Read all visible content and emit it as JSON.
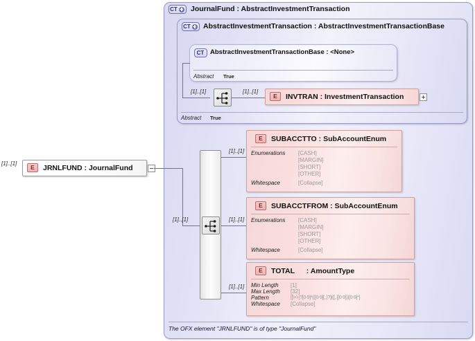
{
  "diagram": {
    "type": "xsd-schema-diagram",
    "root_element": {
      "badge": "E",
      "name": "JRNLFUND",
      "separator": ":",
      "type": "JournalFund",
      "cardinality": "[1]..[1]",
      "toggle": "minus"
    },
    "outer_container": {
      "badge": "CT",
      "badge_toggle": "plus",
      "name": "JournalFund",
      "separator": ":",
      "type": "AbstractInvestmentTransaction"
    },
    "inner_container": {
      "badge": "CT",
      "badge_toggle": "plus",
      "name": "AbstractInvestmentTransaction",
      "separator": ":",
      "type": "AbstractInvestmentTransactionBase",
      "abstract_key": "Abstract",
      "abstract_value": "True"
    },
    "leaf_container": {
      "badge": "CT",
      "badge_toggle": "none",
      "name": "AbstractInvestmentTransactionBase",
      "separator": ":",
      "type": "<None>",
      "abstract_key": "Abstract",
      "abstract_value": "True"
    },
    "invtran": {
      "badge": "E",
      "name": "INVTRAN",
      "separator": ":",
      "type": "InvestmentTransaction",
      "cardinality_left": "[1]..[1]",
      "cardinality_right": "[1]..[1]",
      "toggle": "plus"
    },
    "sequence_outer": {
      "icon": "sequence-icon",
      "cardinality": "[1]..[1]"
    },
    "sequence_main": {
      "icon": "sequence-icon",
      "cardinality": "[1]..[1]"
    },
    "children": [
      {
        "badge": "E",
        "name": "SUBACCTTO",
        "separator": ":",
        "type": "SubAccountEnum",
        "cardinality": "[1]..[1]",
        "facets": [
          {
            "key": "Enumerations",
            "values": [
              "[CASH]",
              "[MARGIN]",
              "[SHORT]",
              "[OTHER]"
            ]
          },
          {
            "key": "Whitespace",
            "values": [
              "[Collapse]"
            ]
          }
        ]
      },
      {
        "badge": "E",
        "name": "SUBACCTFROM",
        "separator": ":",
        "type": "SubAccountEnum",
        "cardinality": "[1]..[1]",
        "facets": [
          {
            "key": "Enumerations",
            "values": [
              "[CASH]",
              "[MARGIN]",
              "[SHORT]",
              "[OTHER]"
            ]
          },
          {
            "key": "Whitespace",
            "values": [
              "[Collapse]"
            ]
          }
        ]
      },
      {
        "badge": "E",
        "name": "TOTAL",
        "separator": ":",
        "type": "AmountType",
        "cardinality": "[1]..[1]",
        "facets": [
          {
            "key": "Min Length",
            "values": [
              "[1]"
            ]
          },
          {
            "key": "Max Length",
            "values": [
              "[32]"
            ]
          },
          {
            "key": "Pattern",
            "values": [
              "[[\\+\\-]?[0-9]*(([0-9][,.]?)|([,.][0-9]))[0-9]*]"
            ]
          },
          {
            "key": "Whitespace",
            "values": [
              "[Collapse]"
            ]
          }
        ]
      }
    ],
    "note": "The OFX element \"JRNLFUND\" is of type \"JournalFund\""
  },
  "colors": {
    "container_fill": "#e6e6f7",
    "container_border": "#9a9ac6",
    "element_fill": "#f9e2e2",
    "element_border": "#cfa0a0",
    "badge_ct": "#6f6fae",
    "badge_e": "#b36f6f",
    "facet_value": "#9a9a9a",
    "line": "#70708f"
  }
}
